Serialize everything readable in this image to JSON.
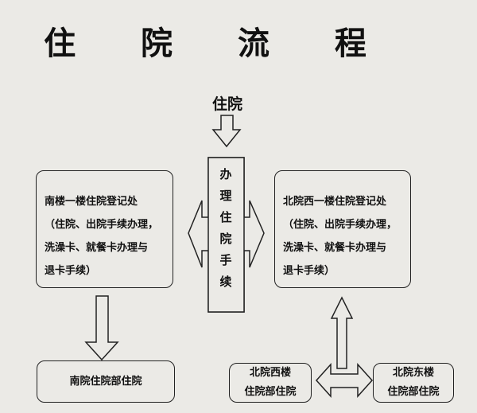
{
  "title": "住 院 流 程",
  "entry_label": "住院",
  "center_procedure": [
    "办",
    "理",
    "住",
    "院",
    "手",
    "续"
  ],
  "left_office": {
    "lines": [
      "南楼一楼住院登记处",
      "（住院、出院手续办理，",
      "洗澡卡、就餐卡办理与",
      "退卡手续）"
    ]
  },
  "right_office": {
    "lines": [
      "北院西一楼住院登记处",
      "（住院、出院手续办理，",
      "洗澡卡、就餐卡办理与",
      "退卡手续）"
    ]
  },
  "south_dept": "南院住院部住院",
  "north_west_dept": [
    "北院西楼",
    "住院部住院"
  ],
  "north_east_dept": [
    "北院东楼",
    "住院部住院"
  ]
}
